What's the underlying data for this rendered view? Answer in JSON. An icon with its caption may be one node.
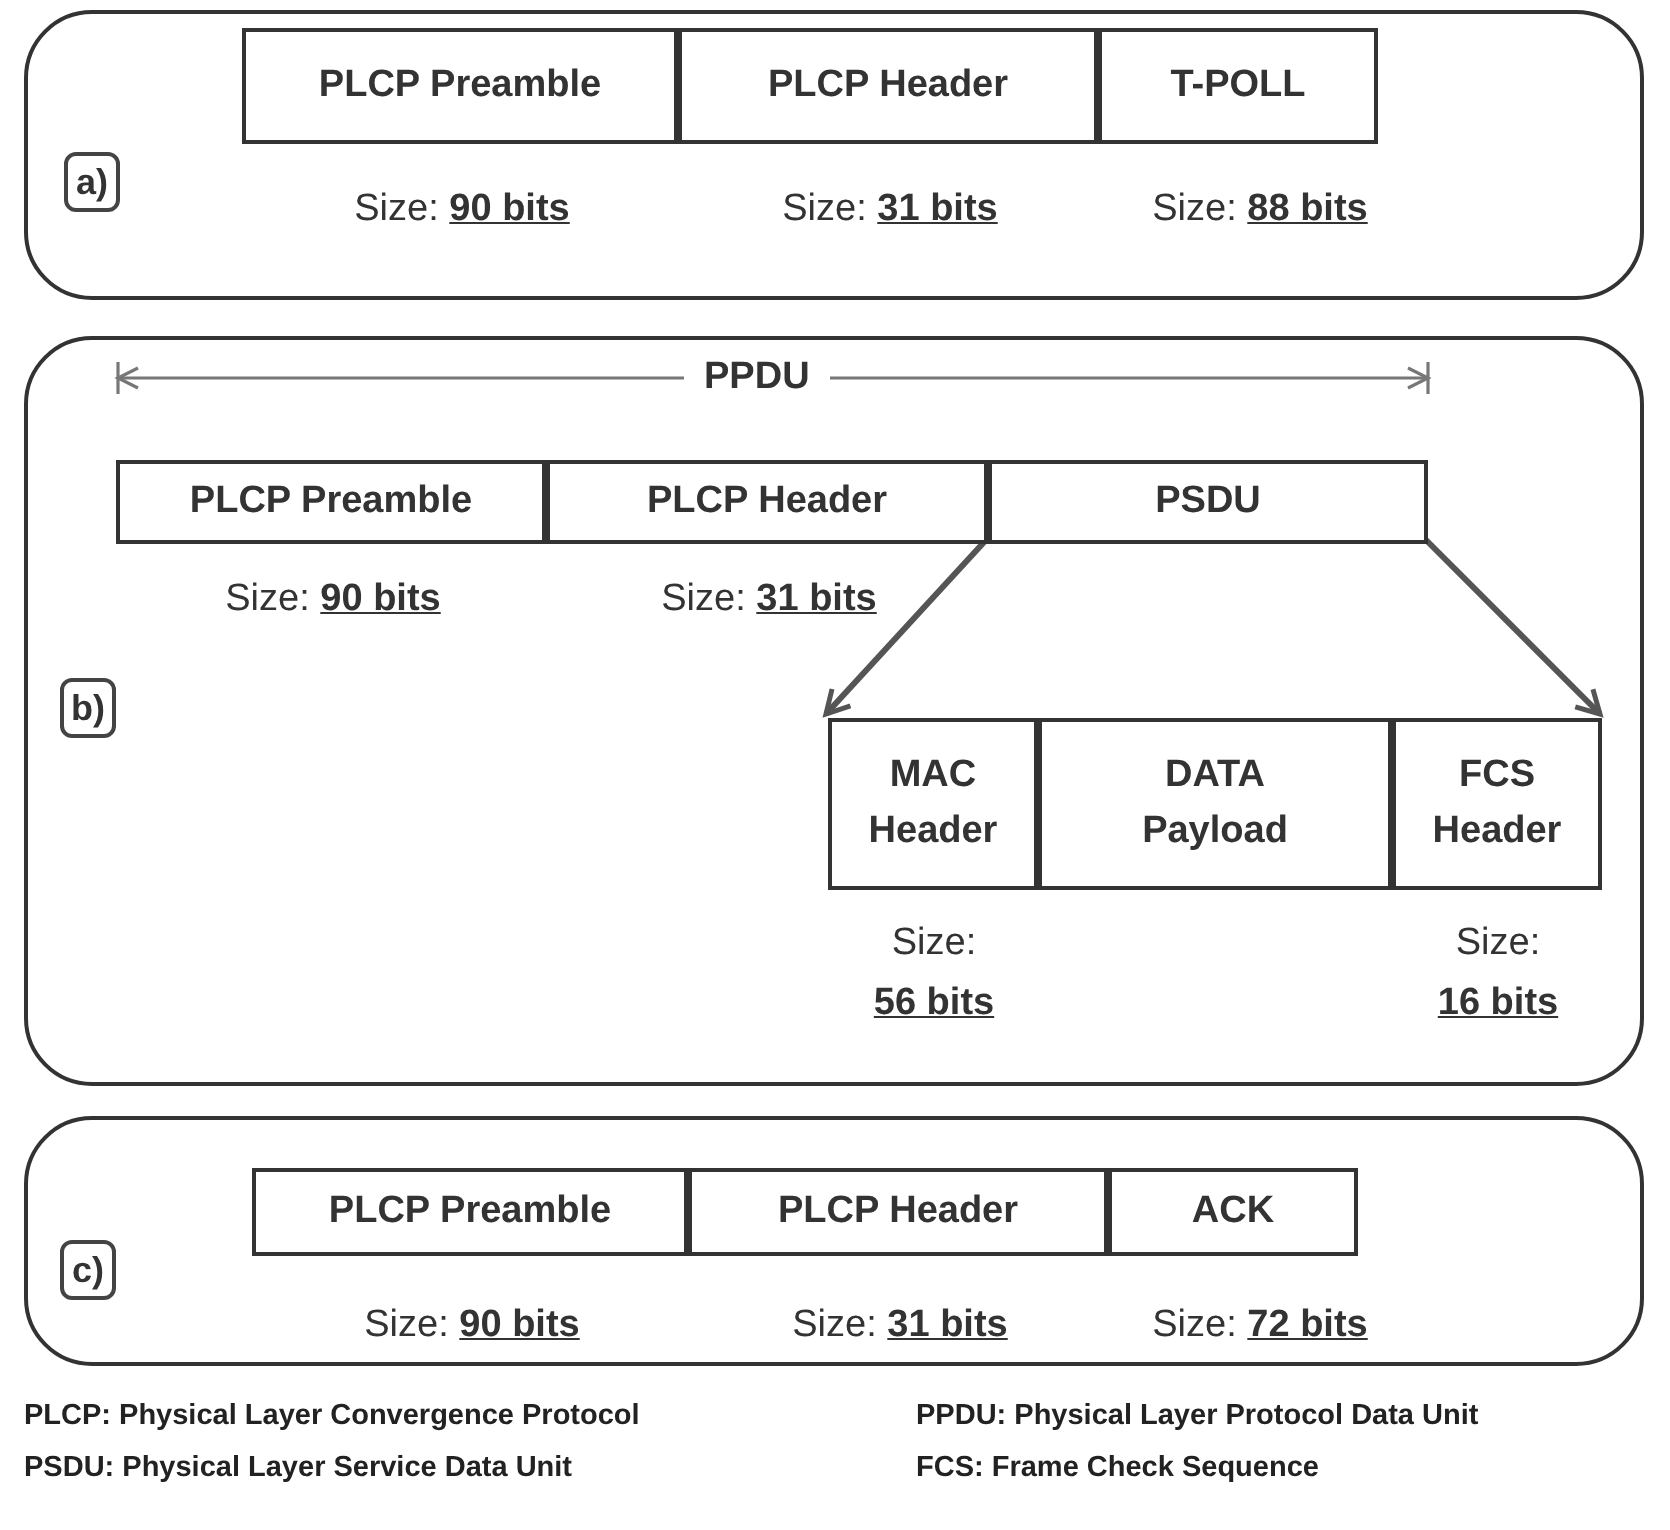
{
  "diagram": {
    "nodes": [
      {
        "text": [],
        "shape": "box"
      },
      {
        "text": [
          "a)"
        ],
        "in": 0
      },
      {
        "text": [
          "PLCP Preamble"
        ],
        "in": 0,
        "beside": [
          "Size: **90 bits**"
        ]
      },
      {
        "text": [
          "PLCP Header"
        ],
        "in": 0,
        "beside": [
          "Size: **31 bits**"
        ]
      },
      {
        "text": [
          "T-POLL"
        ],
        "in": 0,
        "beside": [
          "Size: **88 bits**"
        ]
      },
      {
        "text": [],
        "shape": "box"
      },
      {
        "text": [
          "b)"
        ],
        "in": 5
      },
      {
        "text": [
          "PLCP Preamble"
        ],
        "in": 5,
        "beside": [
          "Size: **90 bits**"
        ]
      },
      {
        "text": [
          "PLCP Header"
        ],
        "in": 5,
        "beside": [
          "Size: **31 bits**"
        ]
      },
      {
        "text": [
          "PSDU"
        ],
        "in": 5
      },
      {
        "text": [
          "MAC Header"
        ],
        "in": 5,
        "beside": [
          "Size: **56 bits**"
        ]
      },
      {
        "text": [
          "DATA Payload"
        ],
        "in": 5
      },
      {
        "text": [
          "FCS Header"
        ],
        "in": 5,
        "beside": [
          "Size: **16 bits**"
        ]
      },
      {
        "text": [],
        "shape": "box"
      },
      {
        "text": [
          "c)"
        ],
        "in": 13
      },
      {
        "text": [
          "PLCP Preamble"
        ],
        "in": 13,
        "beside": [
          "Size: **90 bits**"
        ]
      },
      {
        "text": [
          "PLCP Header"
        ],
        "in": 13,
        "beside": [
          "Size: **31 bits**"
        ]
      },
      {
        "text": [
          "ACK"
        ],
        "in": 13,
        "beside": [
          "Size: **72 bits**"
        ]
      }
    ],
    "edges": [
      {
        "from": 9,
        "to": 10,
        "arrow": "to"
      },
      {
        "from": 9,
        "to": 12,
        "arrow": "to"
      }
    ],
    "labels": [
      "PPDU",
      "PLCP: Physical Layer Convergence Protocol",
      "PPDU: Physical Layer Protocol Data Unit",
      "PSDU: Physical Layer Service Data Unit",
      "FCS: Frame Check Sequence"
    ]
  }
}
